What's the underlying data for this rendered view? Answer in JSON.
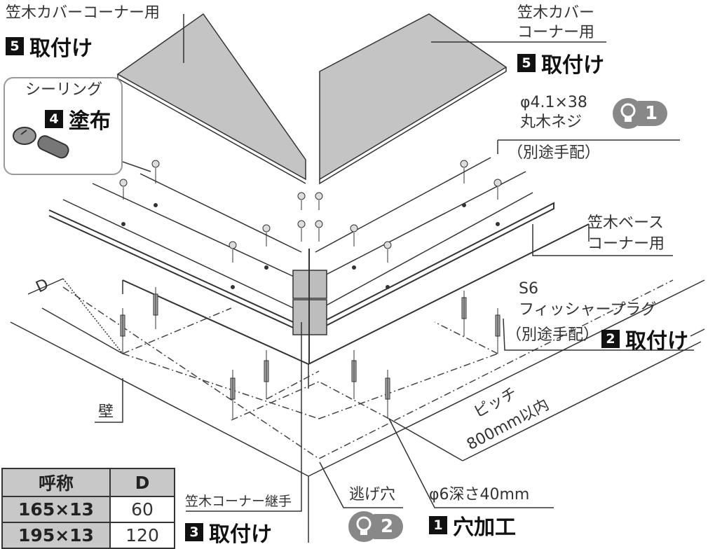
{
  "labels": {
    "cap_cover_left": "笠木カバーコーナー用",
    "cap_cover_right_l1": "笠木カバー",
    "cap_cover_right_l2": "コーナー用",
    "sealing": "シーリング",
    "screw_l1": "φ4.1×38",
    "screw_l2": "丸木ネジ",
    "screw_l3": "（別途手配）",
    "cap_base_l1": "笠木ベース",
    "cap_base_l2": "コーナー用",
    "plug_l1": "S6",
    "plug_l2": "フィッシャープラグ",
    "plug_l3": "（別途手配）",
    "wall": "壁",
    "pitch_l1": "ピッチ",
    "pitch_l2": "800mm以内",
    "dim_d": "D",
    "relief_hole": "逃げ穴",
    "hole_spec": "φ6深さ40mm",
    "joint": "笠木コーナー継手"
  },
  "steps": {
    "s5_left": {
      "num": "5",
      "text": "取付け"
    },
    "s5_right": {
      "num": "5",
      "text": "取付け"
    },
    "s4": {
      "num": "4",
      "text": "塗布"
    },
    "s2": {
      "num": "2",
      "text": "取付け"
    },
    "s3": {
      "num": "3",
      "text": "取付け"
    },
    "s1": {
      "num": "1",
      "text": "穴加工"
    }
  },
  "badges": {
    "b1": "1",
    "b2": "2"
  },
  "table": {
    "headers": [
      "呼称",
      "D"
    ],
    "rows": [
      {
        "name": "165×13",
        "d": "60"
      },
      {
        "name": "195×13",
        "d": "120"
      }
    ]
  }
}
